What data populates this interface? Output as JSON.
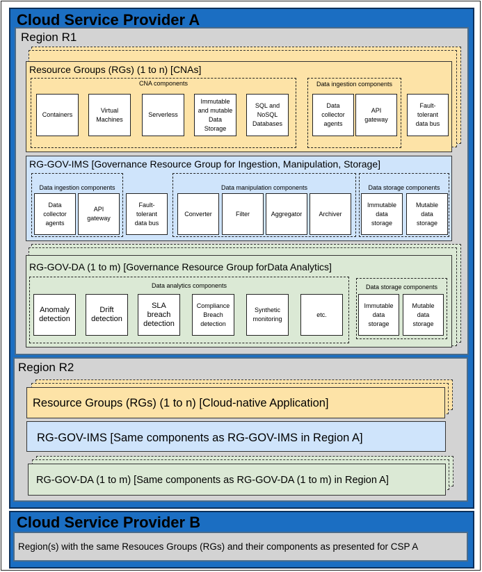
{
  "csp_a": {
    "title": "Cloud Service Provider A",
    "region_r1": {
      "title": "Region R1",
      "rg_cna": {
        "title": "Resource Groups (RGs) (1 to n) [CNAs]",
        "cna_group_label": "CNA components",
        "cna_components": [
          "Containers",
          "Virtual\nMachines",
          "Serverless",
          "Immutable\nand mutable\nData\nStorage",
          "SQL and\nNoSQL\nDatabases"
        ],
        "ingestion_group_label": "Data ingestion components",
        "ingestion_components": [
          "Data\ncollector\nagents",
          "API\ngateway"
        ],
        "bus_label": "Fault-\ntolerant\ndata bus"
      },
      "rg_gov_ims": {
        "title": "RG-GOV-IMS [Governance Resource Group for Ingestion, Manipulation, Storage]",
        "ingestion_group_label": "Data ingestion components",
        "ingestion_components": [
          "Data\ncollector\nagents",
          "API\ngateway"
        ],
        "bus_label": "Fault-\ntolerant\ndata bus",
        "manipulation_group_label": "Data manipulation  components",
        "manipulation_components": [
          "Converter",
          "Filter",
          "Aggregator",
          "Archiver"
        ],
        "storage_group_label": "Data storage components",
        "storage_components": [
          "Immutable\ndata\nstorage",
          "Mutable\ndata\nstorage"
        ]
      },
      "rg_gov_da": {
        "title": "RG-GOV-DA (1 to m) [Governance Resource Group forData Analytics]",
        "analytics_group_label": "Data analytics components",
        "analytics_components": [
          "Anomaly\ndetection",
          "Drift\ndetection",
          "SLA\nbreach\ndetection",
          "Compliance\nBreach\ndetection",
          "Synthetic\nmonitoring",
          "etc."
        ],
        "storage_group_label": "Data storage components",
        "storage_components": [
          "Immutable\ndata\nstorage",
          "Mutable\ndata\nstorage"
        ]
      }
    },
    "region_r2": {
      "title": "Region R2",
      "rg_cna": "Resource Groups (RGs) (1 to n) [Cloud-native Application]",
      "rg_gov_ims": "RG-GOV-IMS [Same components as RG-GOV-IMS in Region A]",
      "rg_gov_da": "RG-GOV-DA (1 to m) [Same components as RG-GOV-DA (1 to m) in Region A]"
    }
  },
  "csp_b": {
    "title": "Cloud Service Provider B",
    "region_text": "Region(s) with the same Resouces Groups (RGs) and their components as presented for CSP A"
  },
  "colors": {
    "csp_blue": "#1b6ec2",
    "region_gray": "#d3d3d3",
    "rg_yellow": "#fde3a7",
    "rg_blue": "#cfe4fb",
    "rg_green": "#dbe9d5"
  }
}
